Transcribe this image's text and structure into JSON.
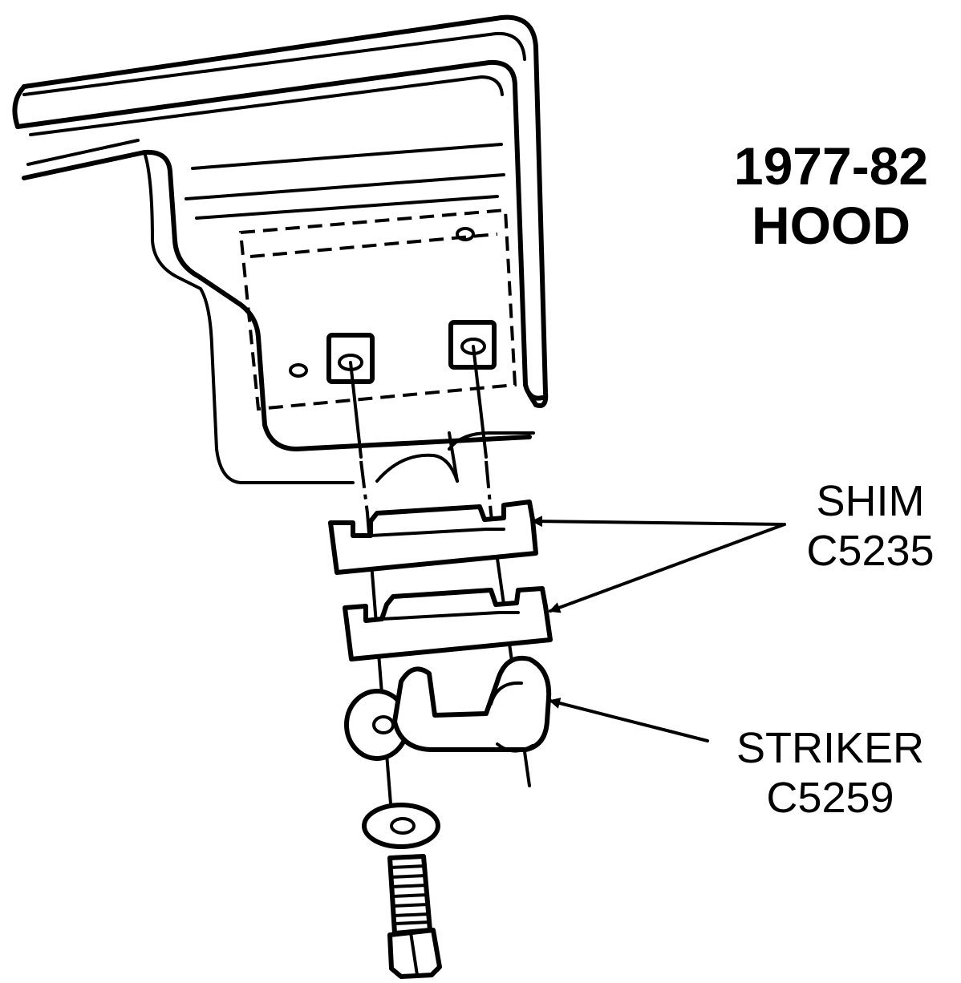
{
  "title": {
    "line1": "1977-82",
    "line2": "HOOD"
  },
  "callouts": {
    "shim": {
      "name": "SHIM",
      "part": "C5235"
    },
    "striker": {
      "name": "STRIKER",
      "part": "C5259"
    }
  },
  "colors": {
    "ink": "#000000",
    "paper": "#ffffff"
  }
}
